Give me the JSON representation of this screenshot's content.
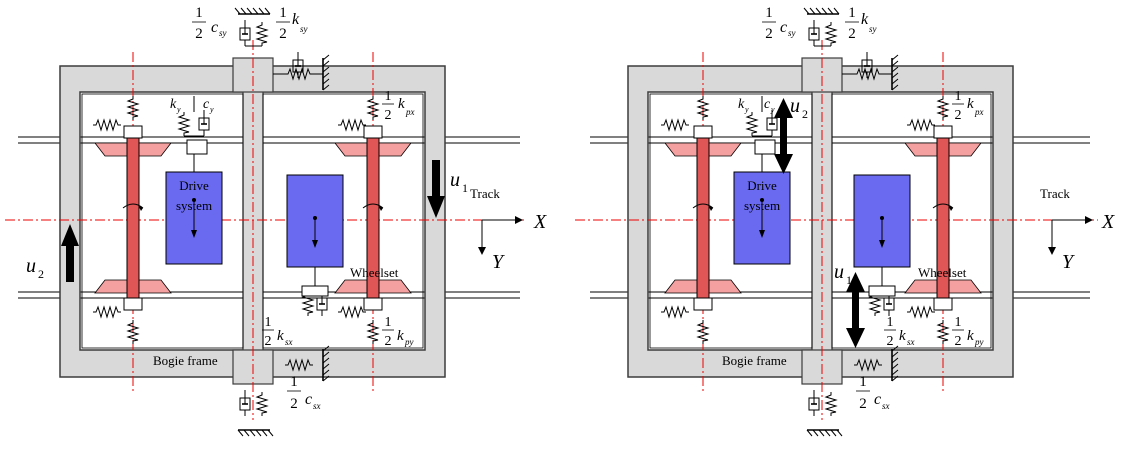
{
  "colors": {
    "frame": "#d9d9d9",
    "frame_edge": "#3c3c3c",
    "axle": "#e05555",
    "wheel": "#f4a0a0",
    "drive_box": "#6a6af0",
    "centerline": "#ee0000",
    "arrow": "#000000"
  },
  "icons": {
    "ground": "ground-hatch-icon",
    "spring": "spring-icon",
    "damper": "damper-icon",
    "arrow": "arrow-icon"
  },
  "labels": {
    "half": "1",
    "den": "2",
    "c_sy": "c",
    "c_sy_sub": "sy",
    "k_sy": "k",
    "k_sy_sub": "sy",
    "k_px": "k",
    "k_px_sub": "px",
    "k_sx": "k",
    "k_sx_sub": "sx",
    "k_py": "k",
    "k_py_sub": "py",
    "c_sx": "c",
    "c_sx_sub": "sx",
    "ky": "k",
    "ky_sub": "y",
    "cy": "c",
    "cy_sub": "y",
    "drive1": "Drive",
    "drive2": "system",
    "wheelset": "Wheelset",
    "bogie": "Bogie frame",
    "track": "Track",
    "X": "X",
    "Y": "Y",
    "u1": "u",
    "u1_sub": "1",
    "u2": "u",
    "u2_sub": "2"
  }
}
